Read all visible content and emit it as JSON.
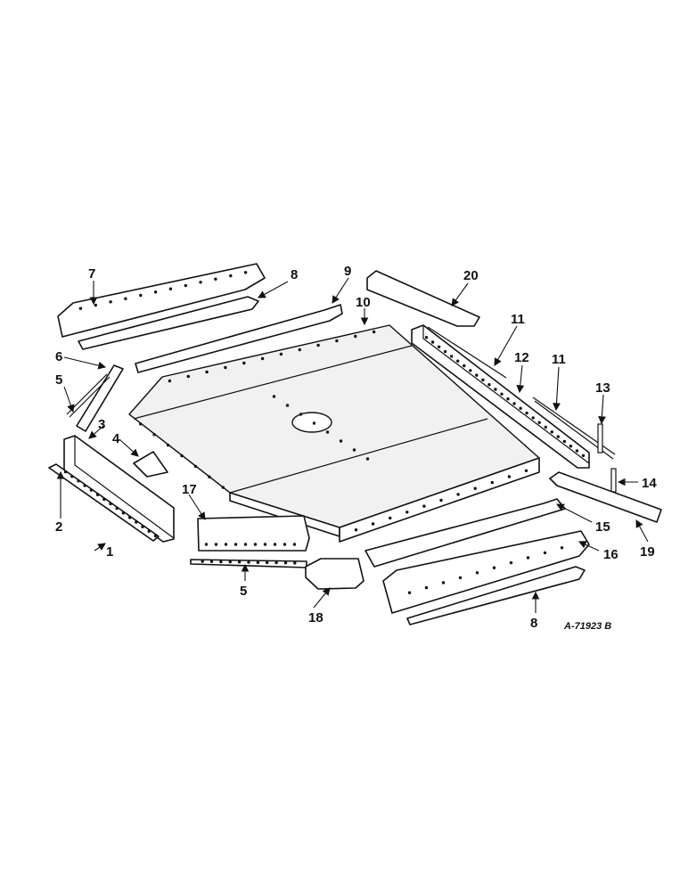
{
  "figure": {
    "reference": "A-71923 B",
    "callouts": [
      "1",
      "2",
      "3",
      "4",
      "5",
      "5",
      "6",
      "7",
      "8",
      "8",
      "9",
      "10",
      "11",
      "11",
      "12",
      "13",
      "14",
      "15",
      "16",
      "17",
      "18",
      "19",
      "20"
    ]
  },
  "colors": {
    "ink": "#111111",
    "paper": "#ffffff"
  }
}
